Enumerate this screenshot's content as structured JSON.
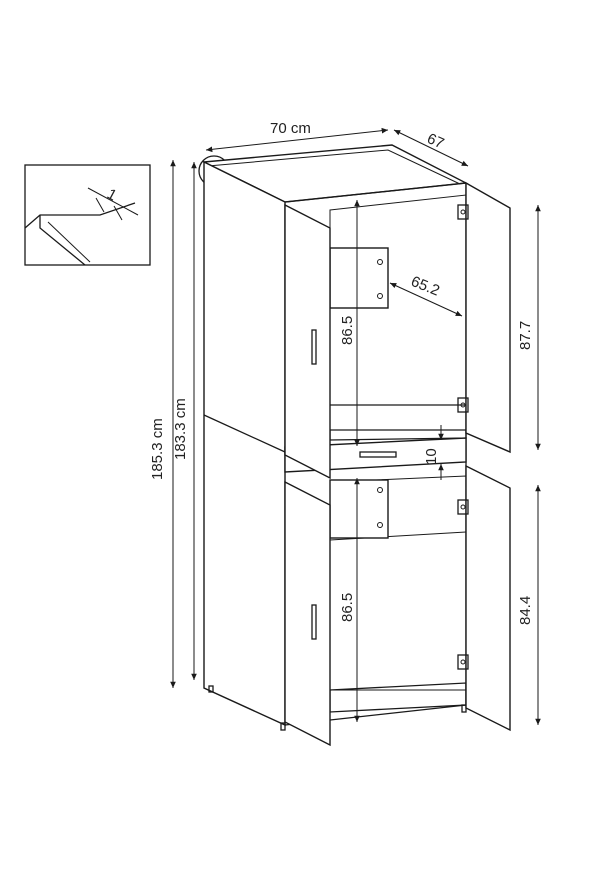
{
  "dimensions": {
    "width": "70 cm",
    "depth": "67",
    "total_height": "185.3 cm",
    "body_height": "183.3 cm",
    "top_inner_height": "86.5",
    "top_inner_width": "65.2",
    "top_door_height": "87.7",
    "drawer_height": "10",
    "bottom_inner_height": "86.5",
    "bottom_door_height": "84.4"
  },
  "detail": {
    "edge_label": "1"
  },
  "colors": {
    "line": "#1a1a1a",
    "background": "#ffffff"
  }
}
